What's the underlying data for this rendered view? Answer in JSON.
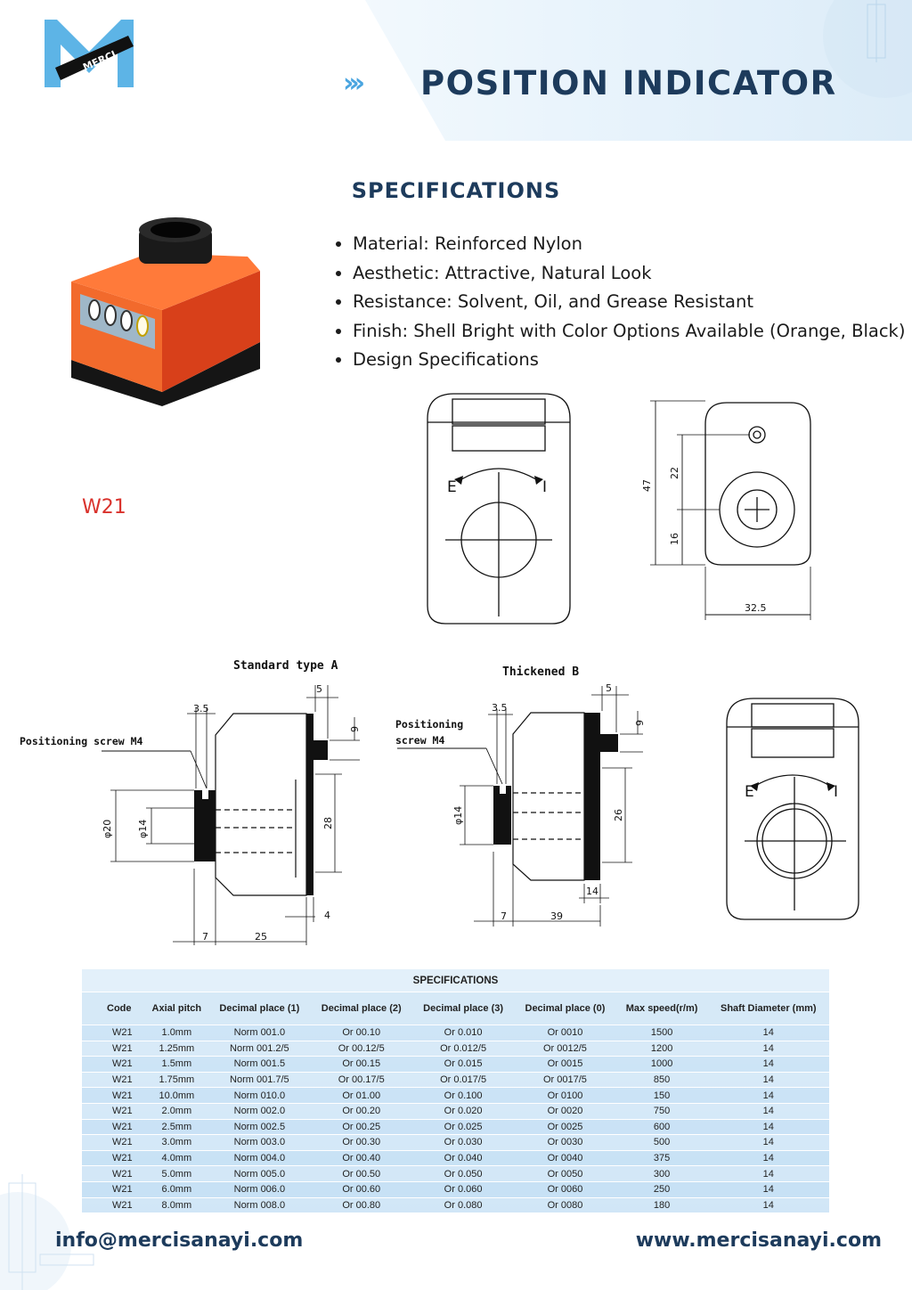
{
  "brand": {
    "logo_text": "MERCI"
  },
  "header": {
    "title": "POSITION INDICATOR",
    "chevrons": "›››"
  },
  "specs": {
    "heading": "SPECIFICATIONS",
    "items": [
      "Material: Reinforced Nylon",
      "Aesthetic: Attractive, Natural Look",
      "Resistance: Solvent, Oil, and Grease Resistant",
      "Finish: Shell Bright with Color Options Available (Orange, Black)",
      "Design Specifications"
    ]
  },
  "product": {
    "model": "W21",
    "counter_digits": "0000",
    "body_color": "#f04a1c"
  },
  "drawings": {
    "front": {
      "left_mark": "E",
      "right_mark": "I"
    },
    "side": {
      "dim_total": "47",
      "dim_upper": "22",
      "dim_lower": "16",
      "dim_width": "32.5"
    },
    "type_a": {
      "title": "Standard type A",
      "screw_label": "Positioning screw M4",
      "dims": {
        "d1": "3.5",
        "d2": "5",
        "d3": "6",
        "d4": "φ20",
        "d5": "φ14",
        "d6": "28",
        "d7": "4",
        "d8": "7",
        "d9": "25"
      }
    },
    "type_b": {
      "title": "Thickened B",
      "screw_label_1": "Positioning",
      "screw_label_2": "screw M4",
      "dims": {
        "d1": "3.5",
        "d2": "5",
        "d3": "6",
        "d4": "φ14",
        "d5": "26",
        "d6": "14",
        "d7": "7",
        "d8": "39"
      }
    }
  },
  "table": {
    "caption": "SPECIFICATIONS",
    "columns": [
      "Code",
      "Axial pitch",
      "Decimal place (1)",
      "Decimal place (2)",
      "Decimal place (3)",
      "Decimal place (0)",
      "Max speed(r/m)",
      "Shaft Diameter (mm)"
    ],
    "rows": [
      [
        "W21",
        "1.0mm",
        "Norm 001.0",
        "Or 00.10",
        "Or 0.010",
        "Or 0010",
        "1500",
        "14"
      ],
      [
        "W21",
        "1.25mm",
        "Norm 001.2/5",
        "Or 00.12/5",
        "Or 0.012/5",
        "Or 0012/5",
        "1200",
        "14"
      ],
      [
        "W21",
        "1.5mm",
        "Norm 001.5",
        "Or 00.15",
        "Or 0.015",
        "Or 0015",
        "1000",
        "14"
      ],
      [
        "W21",
        "1.75mm",
        "Norm 001.7/5",
        "Or 00.17/5",
        "Or 0.017/5",
        "Or 0017/5",
        "850",
        "14"
      ],
      [
        "W21",
        "10.0mm",
        "Norm 010.0",
        "Or 01.00",
        "Or 0.100",
        "Or 0100",
        "150",
        "14"
      ],
      [
        "W21",
        "2.0mm",
        "Norm 002.0",
        "Or 00.20",
        "Or 0.020",
        "Or 0020",
        "750",
        "14"
      ],
      [
        "W21",
        "2.5mm",
        "Norm 002.5",
        "Or 00.25",
        "Or 0.025",
        "Or 0025",
        "600",
        "14"
      ],
      [
        "W21",
        "3.0mm",
        "Norm 003.0",
        "Or 00.30",
        "Or 0.030",
        "Or 0030",
        "500",
        "14"
      ],
      [
        "W21",
        "4.0mm",
        "Norm 004.0",
        "Or 00.40",
        "Or 0.040",
        "Or 0040",
        "375",
        "14"
      ],
      [
        "W21",
        "5.0mm",
        "Norm 005.0",
        "Or 00.50",
        "Or 0.050",
        "Or 0050",
        "300",
        "14"
      ],
      [
        "W21",
        "6.0mm",
        "Norm 006.0",
        "Or 00.60",
        "Or 0.060",
        "Or 0060",
        "250",
        "14"
      ],
      [
        "W21",
        "8.0mm",
        "Norm 008.0",
        "Or 00.80",
        "Or 0.080",
        "Or 0080",
        "180",
        "14"
      ]
    ]
  },
  "footer": {
    "email": "info@mercisanayi.com",
    "website": "www.mercisanayi.com"
  }
}
